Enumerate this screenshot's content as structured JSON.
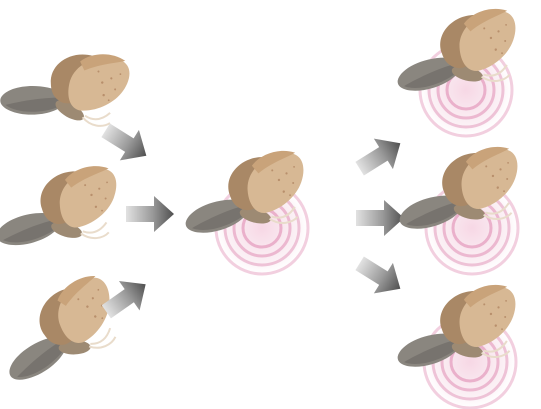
{
  "diagram": {
    "colors": {
      "background": "#ffffff",
      "moth_wing_light": "#d7b894",
      "moth_wing_mid": "#c9a37a",
      "moth_wing_dark": "#a98866",
      "moth_spots": "#b88f6c",
      "moth_hindwing": "#8a867f",
      "moth_hindwing_shadow": "#6f6b66",
      "moth_body": "#9d8a73",
      "moth_antenna": "#e9dccb",
      "signal_ring": "#e7a7c4",
      "signal_core": "#f3c9da",
      "arrow_dark": "#5a5a5a",
      "arrow_light": "#d9d9d9"
    },
    "nodes": [
      {
        "id": "input-moth-1",
        "icon": "moth-icon",
        "role": "input",
        "signaling": false
      },
      {
        "id": "input-moth-2",
        "icon": "moth-icon",
        "role": "input",
        "signaling": false
      },
      {
        "id": "input-moth-3",
        "icon": "moth-icon",
        "role": "input",
        "signaling": false
      },
      {
        "id": "center-moth",
        "icon": "moth-icon",
        "role": "hub",
        "signaling": true
      },
      {
        "id": "output-moth-1",
        "icon": "moth-icon",
        "role": "output",
        "signaling": true
      },
      {
        "id": "output-moth-2",
        "icon": "moth-icon",
        "role": "output",
        "signaling": true
      },
      {
        "id": "output-moth-3",
        "icon": "moth-icon",
        "role": "output",
        "signaling": true
      }
    ],
    "edges": [
      {
        "from": "input-moth-1",
        "to": "center-moth",
        "icon": "arrow-icon"
      },
      {
        "from": "input-moth-2",
        "to": "center-moth",
        "icon": "arrow-icon"
      },
      {
        "from": "input-moth-3",
        "to": "center-moth",
        "icon": "arrow-icon"
      },
      {
        "from": "center-moth",
        "to": "output-moth-1",
        "icon": "arrow-icon"
      },
      {
        "from": "center-moth",
        "to": "output-moth-2",
        "icon": "arrow-icon"
      },
      {
        "from": "center-moth",
        "to": "output-moth-3",
        "icon": "arrow-icon"
      }
    ]
  }
}
